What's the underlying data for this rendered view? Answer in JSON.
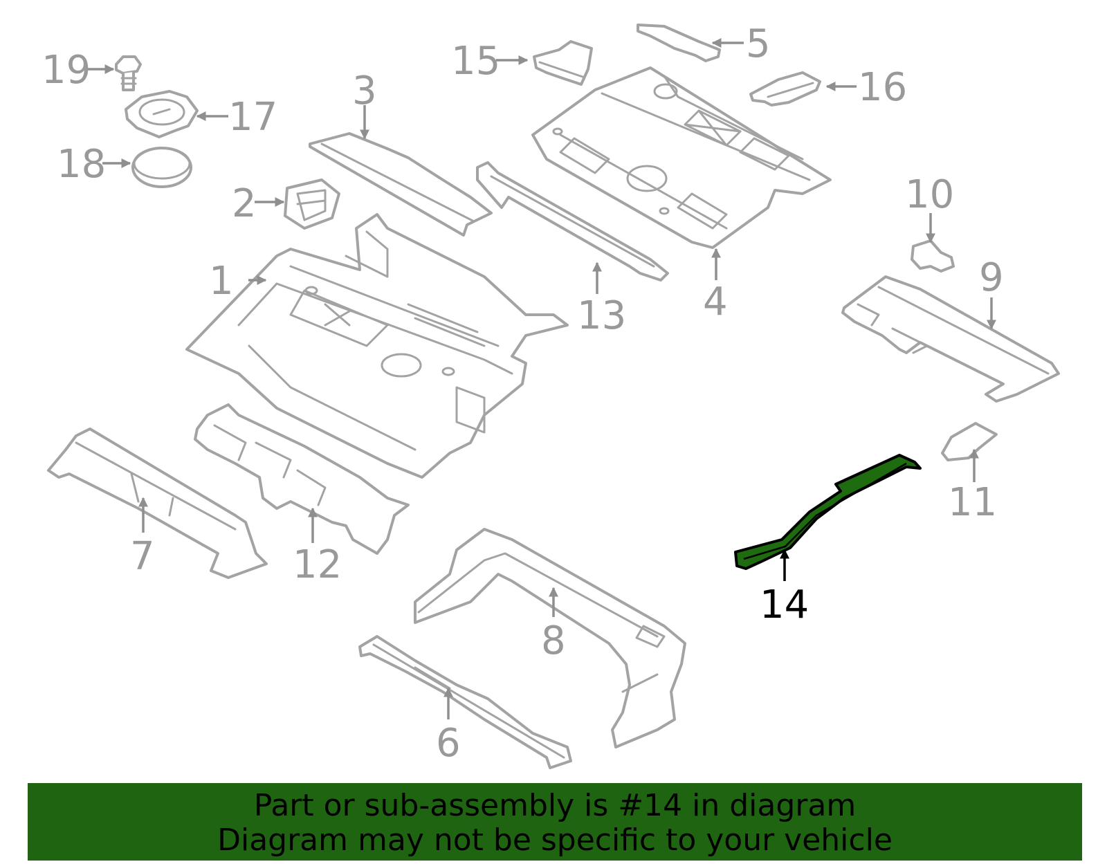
{
  "diagram": {
    "highlighted_part": "14",
    "colors": {
      "highlight": "#1e6b10",
      "parts": "#a3a3a3",
      "labels": "#999999",
      "banner": "#1f6410"
    },
    "callouts": [
      {
        "label": "1"
      },
      {
        "label": "2"
      },
      {
        "label": "3"
      },
      {
        "label": "4"
      },
      {
        "label": "5"
      },
      {
        "label": "6"
      },
      {
        "label": "7"
      },
      {
        "label": "8"
      },
      {
        "label": "9"
      },
      {
        "label": "10"
      },
      {
        "label": "11"
      },
      {
        "label": "12"
      },
      {
        "label": "13"
      },
      {
        "label": "14"
      },
      {
        "label": "15"
      },
      {
        "label": "16"
      },
      {
        "label": "17"
      },
      {
        "label": "18"
      },
      {
        "label": "19"
      }
    ]
  },
  "banner": {
    "line1": "Part or sub-assembly is #14 in diagram",
    "line2": "Diagram may not be specific to your vehicle"
  }
}
